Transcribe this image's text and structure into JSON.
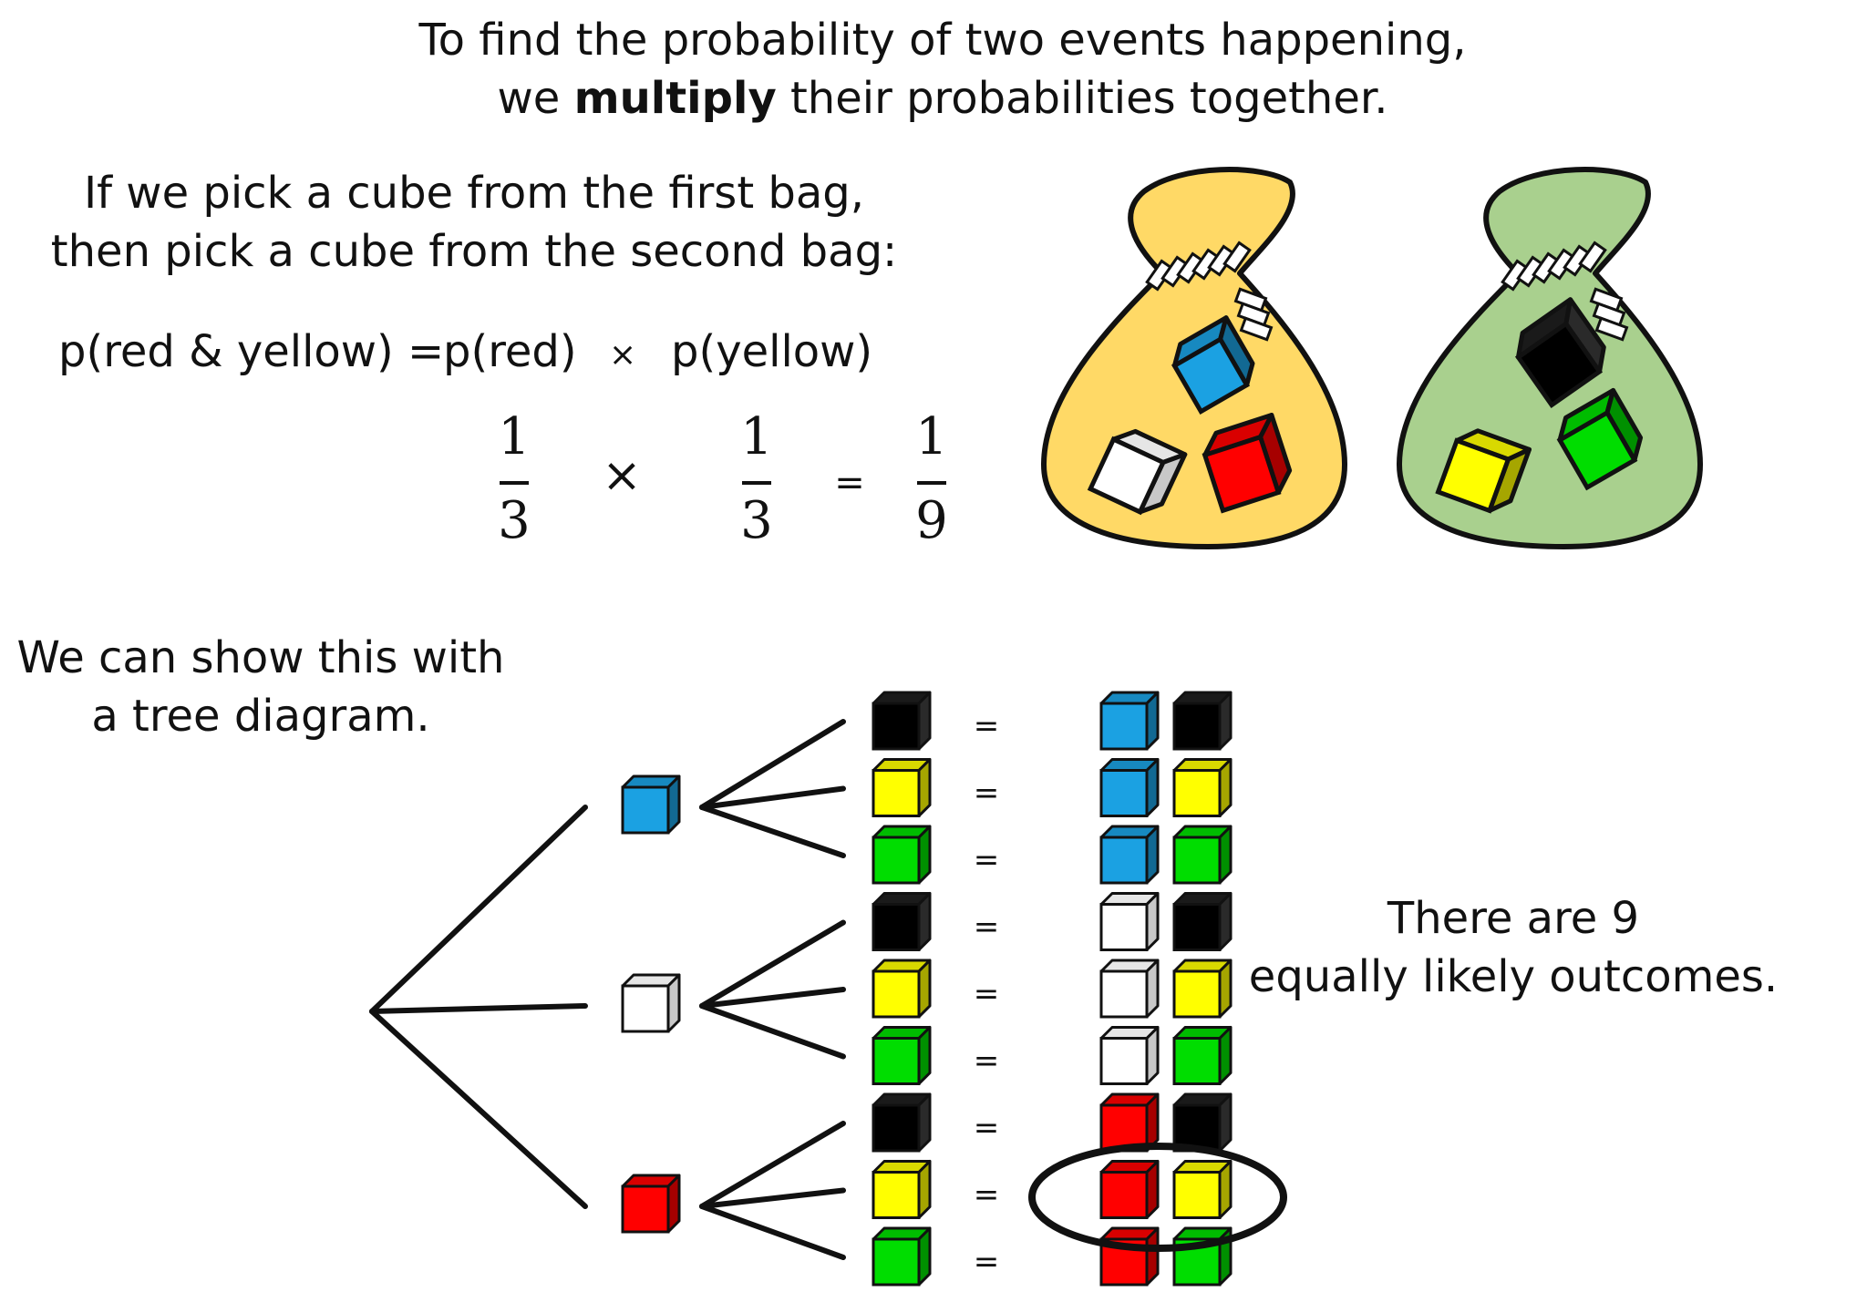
{
  "header": {
    "line1": "To find the probability of two events happening,",
    "line2_pre": "we ",
    "line2_bold": "multiply",
    "line2_post": " their probabilities together."
  },
  "intro": {
    "line1": "If we pick a cube from the first bag,",
    "line2": "then pick a cube from the second bag:"
  },
  "formula": {
    "lhs": "p(red & yellow) =",
    "term1": "p(red)",
    "times": "×",
    "term2": "p(yellow)",
    "frac1": {
      "num": "1",
      "den": "3"
    },
    "frac2": {
      "num": "1",
      "den": "3"
    },
    "equals": "=",
    "result": {
      "num": "1",
      "den": "9"
    }
  },
  "tree_caption": {
    "line1": "We can show this with",
    "line2": "a tree diagram."
  },
  "outcomes_note": {
    "line1": "There are 9",
    "line2": "equally likely outcomes."
  },
  "bags": [
    {
      "color": "#FFD966",
      "cubes": [
        "blue",
        "white",
        "red"
      ]
    },
    {
      "color": "#A9D08E",
      "cubes": [
        "black",
        "yellow",
        "green"
      ]
    }
  ],
  "tree": {
    "first_pick": [
      "blue",
      "white",
      "red"
    ],
    "second_pick": [
      "black",
      "yellow",
      "green"
    ],
    "equals_sign": "=",
    "highlighted_outcome": [
      "red",
      "yellow"
    ]
  },
  "colors": {
    "blue": "#1BA1E2",
    "white": "#FFFFFF",
    "red": "#FF0000",
    "black": "#000000",
    "yellow": "#FFFF00",
    "green": "#00DD00"
  }
}
